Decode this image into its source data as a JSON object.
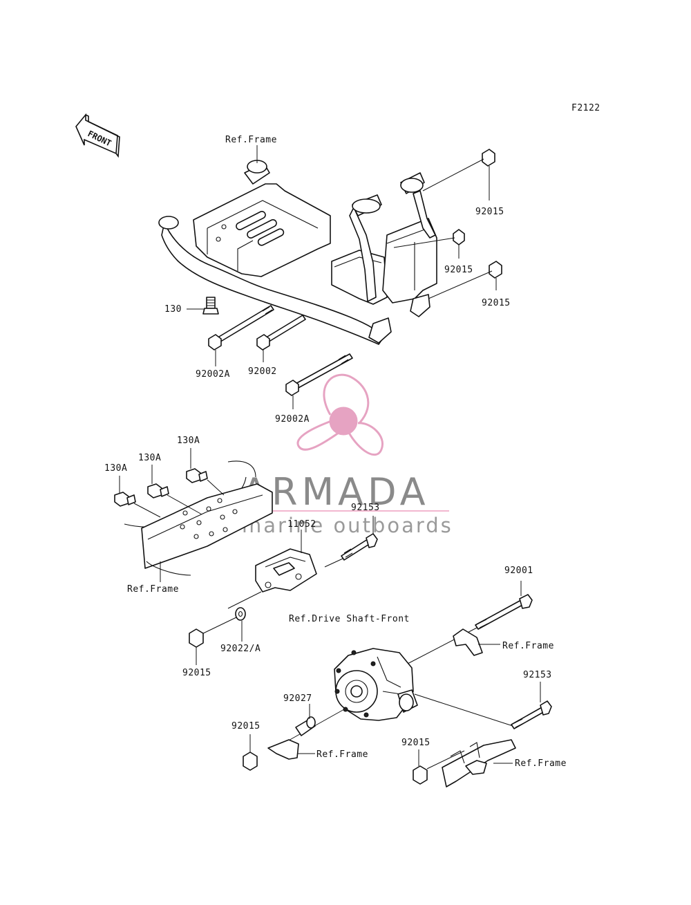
{
  "figure_code": "F2122",
  "front_label": "FRONT",
  "watermark": {
    "title": "ARMADA",
    "subtitle": "marine outboards",
    "colors": {
      "propeller": "#e6a3c2",
      "title": "#8a8a8a",
      "rule": "#f2b7cf"
    }
  },
  "labels": {
    "ref_frame_top": "Ref.Frame",
    "l92015_a": "92015",
    "l92015_b": "92015",
    "l92015_c": "92015",
    "l130": "130",
    "l92002A_a": "92002A",
    "l92002": "92002",
    "l92002A_b": "92002A",
    "l130A_a": "130A",
    "l130A_b": "130A",
    "l130A_c": "130A",
    "l11052": "11052",
    "l92153_a": "92153",
    "ref_frame_mid": "Ref.Frame",
    "l92001": "92001",
    "ref_drive_shaft": "Ref.Drive Shaft-Front",
    "ref_frame_r1": "Ref.Frame",
    "l92015_d": "92015",
    "l92022A": "92022/A",
    "l92153_b": "92153",
    "l92027": "92027",
    "l92015_e": "92015",
    "ref_frame_r2": "Ref.Frame",
    "l92015_f": "92015",
    "ref_frame_r3": "Ref.Frame"
  }
}
